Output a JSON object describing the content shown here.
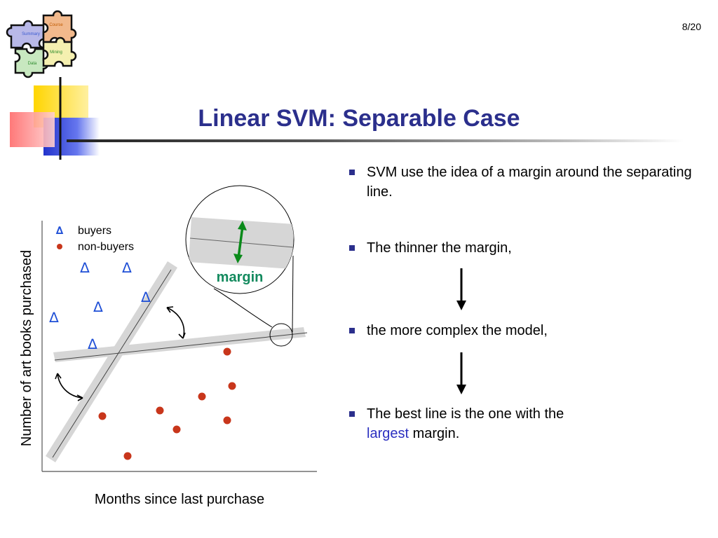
{
  "slide": {
    "page_number": "8/20",
    "title": "Linear SVM: Separable Case"
  },
  "logo": {
    "pieces": [
      "Course",
      "Summary",
      "Mining",
      "Data"
    ]
  },
  "figure": {
    "ylabel": "Number of art books purchased",
    "xlabel": "Months since last purchase",
    "legend": {
      "buyers": "buyers",
      "non_buyers": "non-buyers"
    },
    "margin_label": "margin",
    "buyer_symbol": "∆",
    "colors": {
      "buyer": "#1f4fd6",
      "non_buyer": "#c8361b",
      "margin_arrow": "#0a8a1a",
      "margin_text": "#138a5e"
    }
  },
  "bullets": [
    {
      "text": "SVM use the idea of a margin around the separating line."
    },
    {
      "text": "The thinner the margin,"
    },
    {
      "text": "the more complex the model,"
    },
    {
      "text_accent": "largest",
      "text_before": "The best line is the one with the",
      "text_after": "margin."
    }
  ]
}
